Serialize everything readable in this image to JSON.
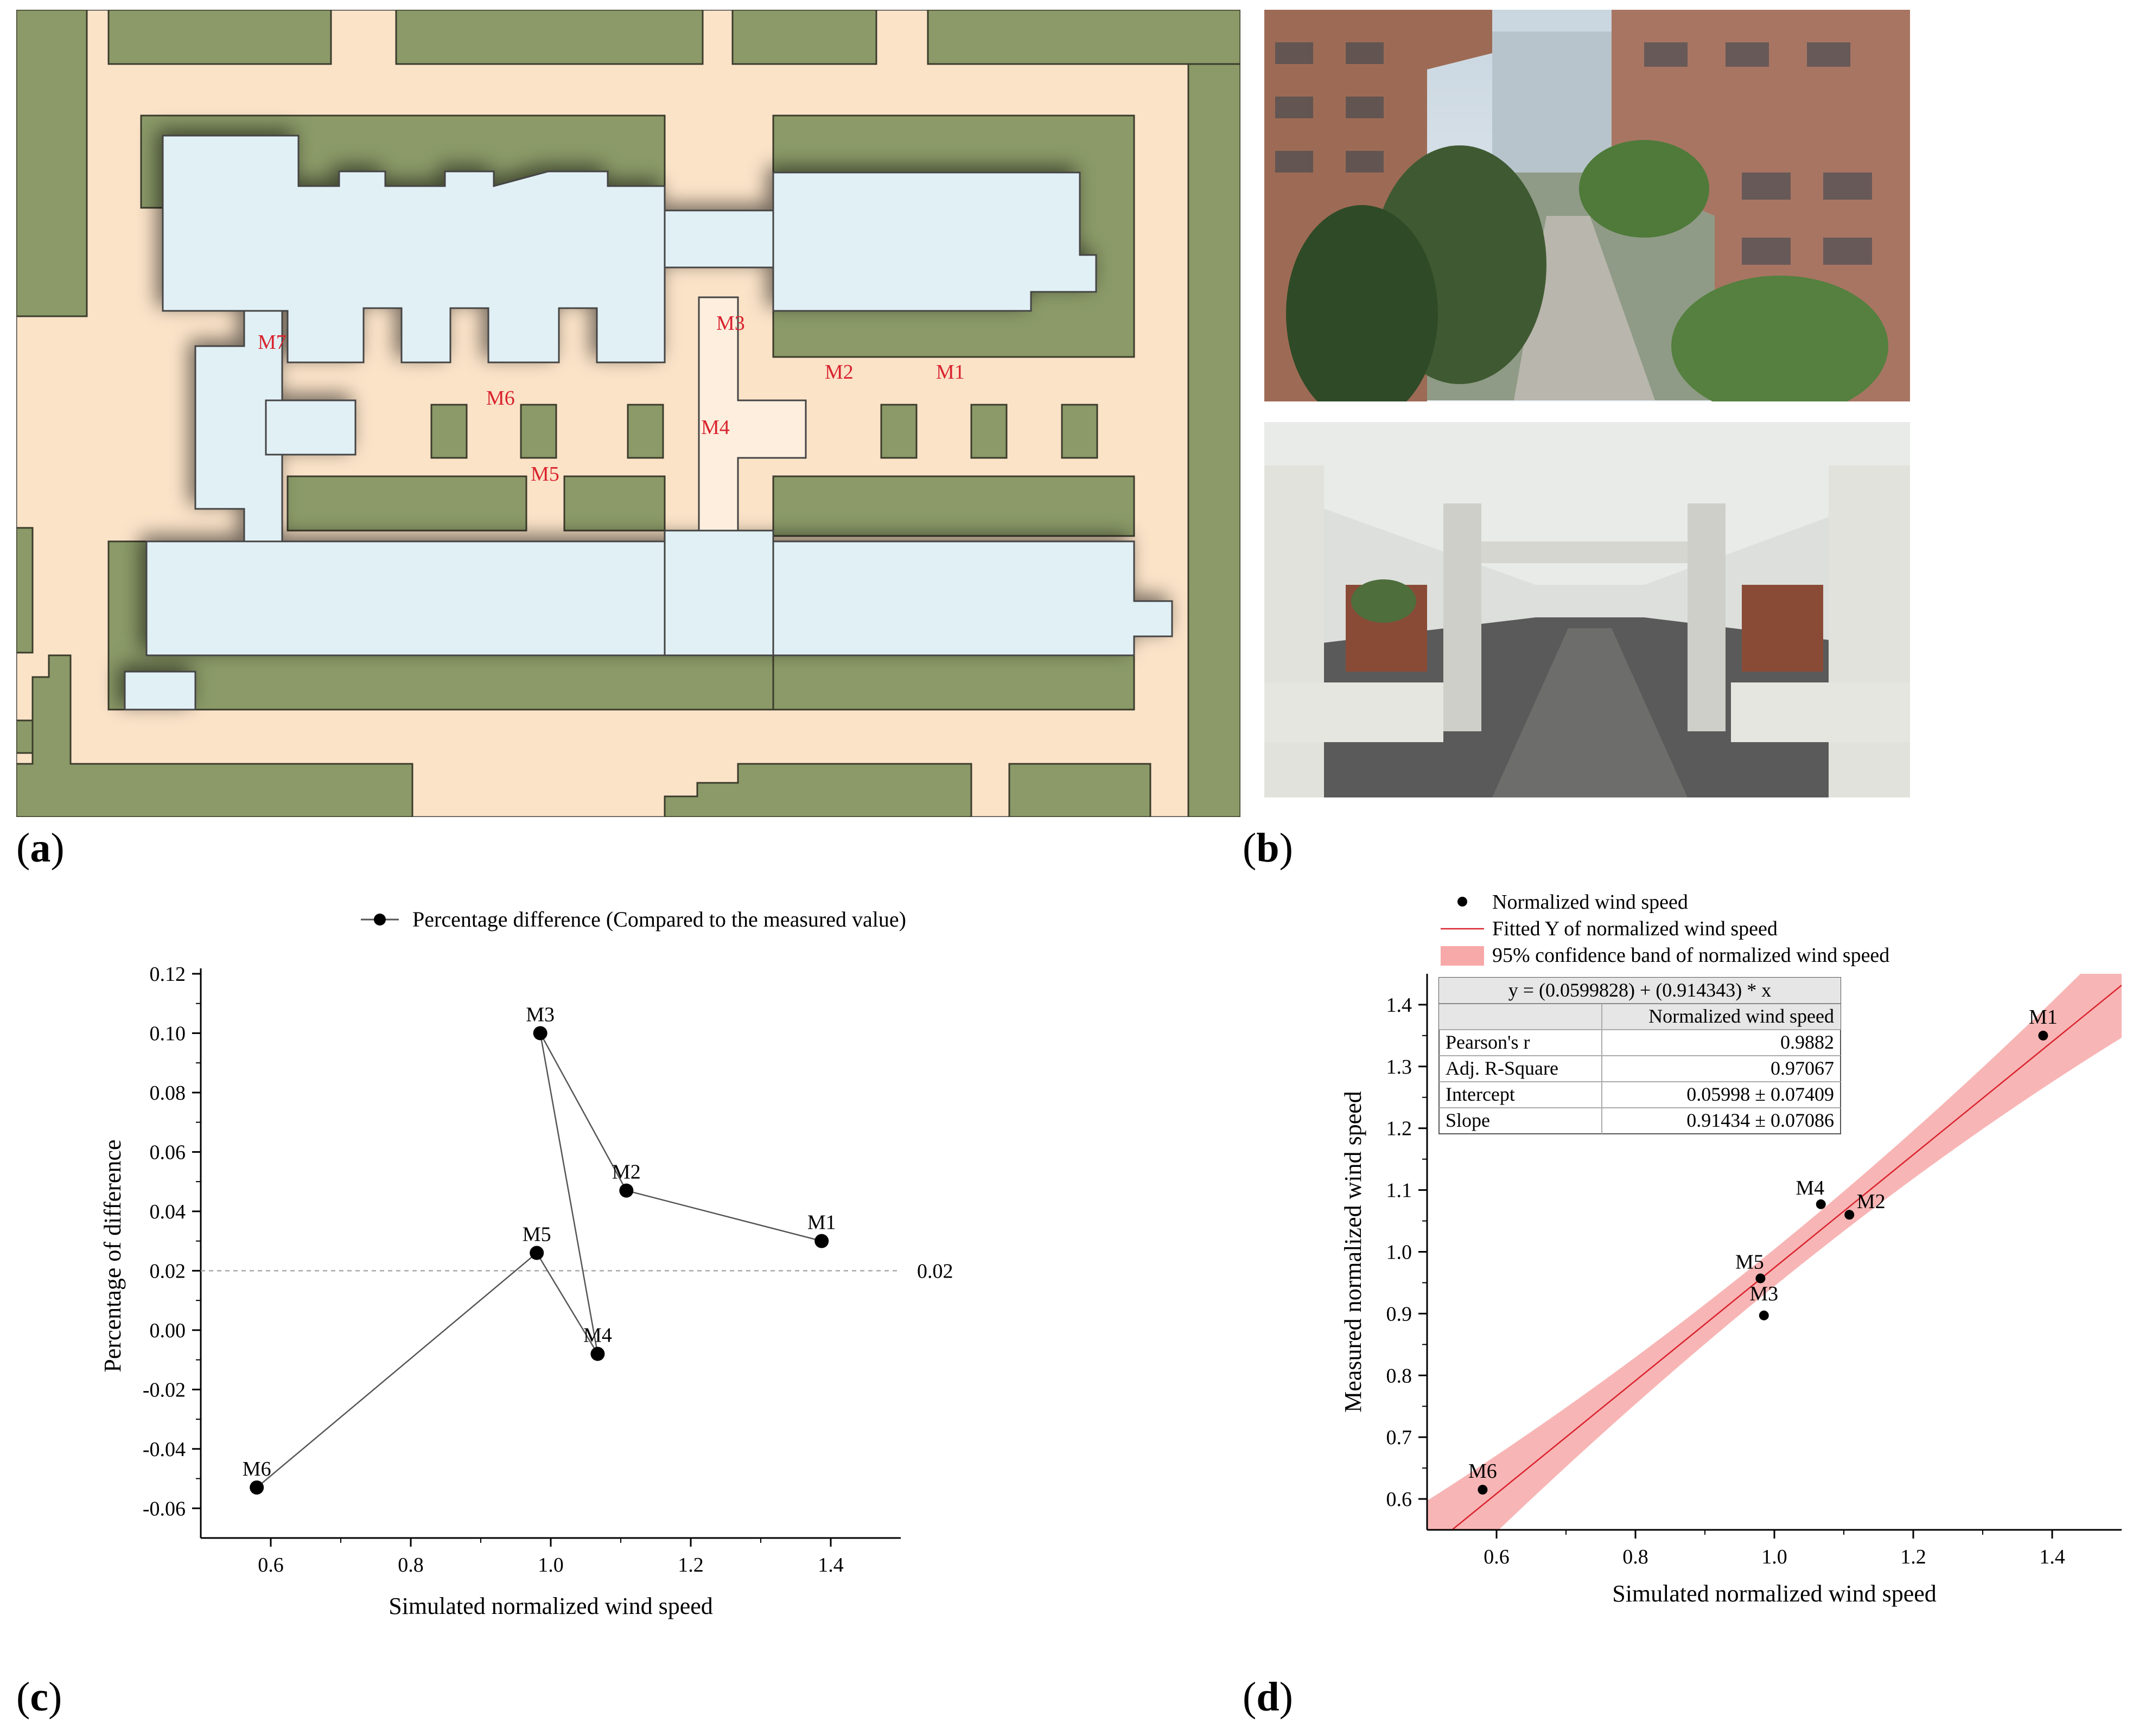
{
  "panels": {
    "a": {
      "letter": "a"
    },
    "b": {
      "letter": "b"
    },
    "c": {
      "letter": "c"
    },
    "d": {
      "letter": "d"
    }
  },
  "site_plan": {
    "markers": [
      "M1",
      "M2",
      "M3",
      "M4",
      "M5",
      "M6",
      "M7"
    ],
    "colors": {
      "ground": "#fbe3c8",
      "green": "#8b9a68",
      "building": "#e1f0f5",
      "walkway": "#fdeede",
      "marker_text": "#d9232e"
    }
  },
  "photos": {
    "top": {
      "icon": "courtyard-photo-icon"
    },
    "bottom": {
      "icon": "corridor-photo-icon"
    }
  },
  "chart_data": [
    {
      "type": "line",
      "legend": [
        "Percentage difference (Compared to the measured value)"
      ],
      "xlabel": "Simulated normalized wind speed",
      "ylabel": "Percentage of difference",
      "xlim": [
        0.5,
        1.5
      ],
      "ylim": [
        -0.07,
        0.12
      ],
      "x_ticks": [
        "0.6",
        "0.8",
        "1.0",
        "1.2",
        "1.4"
      ],
      "y_ticks": [
        "-0.06",
        "-0.04",
        "-0.02",
        "0.00",
        "0.02",
        "0.04",
        "0.06",
        "0.08",
        "0.10",
        "0.12"
      ],
      "reference_line": {
        "y": 0.02,
        "label": "0.02"
      },
      "points": [
        {
          "label": "M6",
          "x": 0.58,
          "y": -0.053
        },
        {
          "label": "M5",
          "x": 0.98,
          "y": 0.026
        },
        {
          "label": "M3",
          "x": 0.985,
          "y": 0.1
        },
        {
          "label": "M4",
          "x": 1.067,
          "y": -0.008
        },
        {
          "label": "M2",
          "x": 1.108,
          "y": 0.047
        },
        {
          "label": "M1",
          "x": 1.387,
          "y": 0.03
        }
      ],
      "path_order": [
        "M6",
        "M5",
        "M4",
        "M3",
        "M2",
        "M1"
      ],
      "colors": {
        "marker": "#000000",
        "line": "#555555",
        "reference": "#aaaaaa"
      }
    },
    {
      "type": "scatter",
      "legend": [
        "Normalized wind speed",
        "Fitted Y of normalized wind speed",
        "95% confidence band of normalized wind speed"
      ],
      "xlabel": "Simulated normalized wind speed",
      "ylabel": "Measured normalized wind speed",
      "xlim": [
        0.5,
        1.5
      ],
      "ylim": [
        0.55,
        1.45
      ],
      "x_ticks": [
        "0.6",
        "0.8",
        "1.0",
        "1.2",
        "1.4"
      ],
      "y_ticks": [
        "0.6",
        "0.7",
        "0.8",
        "0.9",
        "1.0",
        "1.1",
        "1.2",
        "1.3",
        "1.4"
      ],
      "fit": {
        "intercept": 0.0599828,
        "slope": 0.914343,
        "band_half_width_at_xmin": 0.08,
        "band_half_width_at_xmax": 0.085,
        "band_half_width_min": 0.03,
        "band_center_x": 1.0
      },
      "points": [
        {
          "label": "M6",
          "x": 0.58,
          "y": 0.615
        },
        {
          "label": "M5",
          "x": 0.98,
          "y": 0.957
        },
        {
          "label": "M3",
          "x": 0.985,
          "y": 0.897
        },
        {
          "label": "M4",
          "x": 1.067,
          "y": 1.077
        },
        {
          "label": "M2",
          "x": 1.108,
          "y": 1.06
        },
        {
          "label": "M1",
          "x": 1.387,
          "y": 1.35
        }
      ],
      "stats_table": {
        "equation": "y = (0.0599828) + (0.914343) * x",
        "column_header": "Normalized wind speed",
        "rows": [
          {
            "name": "Pearson's r",
            "value": "0.9882"
          },
          {
            "name": "Adj. R-Square",
            "value": "0.97067"
          },
          {
            "name": "Intercept",
            "value": "0.05998 ± 0.07409"
          },
          {
            "name": "Slope",
            "value": "0.91434 ± 0.07086"
          }
        ]
      },
      "colors": {
        "marker": "#000000",
        "fit_line": "#d9232e",
        "band": "#f7a8a8"
      }
    }
  ]
}
